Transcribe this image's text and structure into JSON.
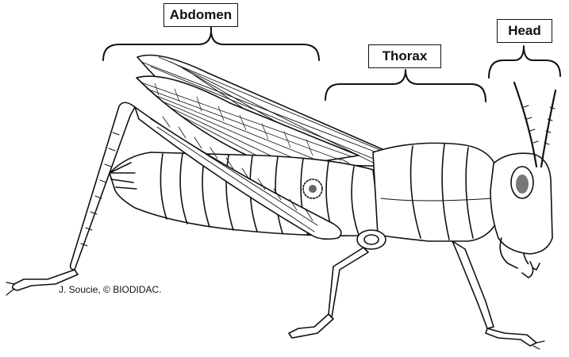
{
  "labels": {
    "abdomen": "Abdomen",
    "thorax": "Thorax",
    "head": "Head"
  },
  "credit": "J. Soucie, © BIODIDAC.",
  "colors": {
    "ink": "#111111",
    "background": "#ffffff"
  }
}
